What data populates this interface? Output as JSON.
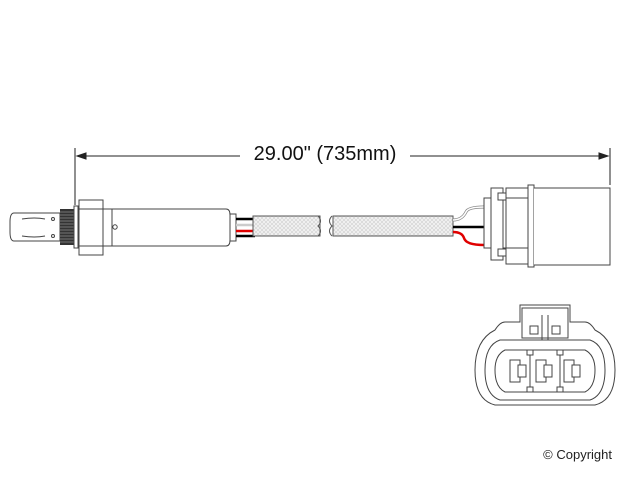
{
  "dimension": {
    "label": "29.00\" (735mm)",
    "inches": 29.0,
    "millimeters": 735
  },
  "parts": {
    "sensor": "oxygen-sensor-body",
    "cable": "braided-cable",
    "connector_side": "connector-side-view",
    "connector_face": "connector-face-3-pin"
  },
  "wires": {
    "colors": [
      "#000000",
      "#e00000",
      "#ffffff"
    ]
  },
  "connector": {
    "pin_count": 3
  },
  "footer": {
    "copyright": "© Copyright"
  }
}
